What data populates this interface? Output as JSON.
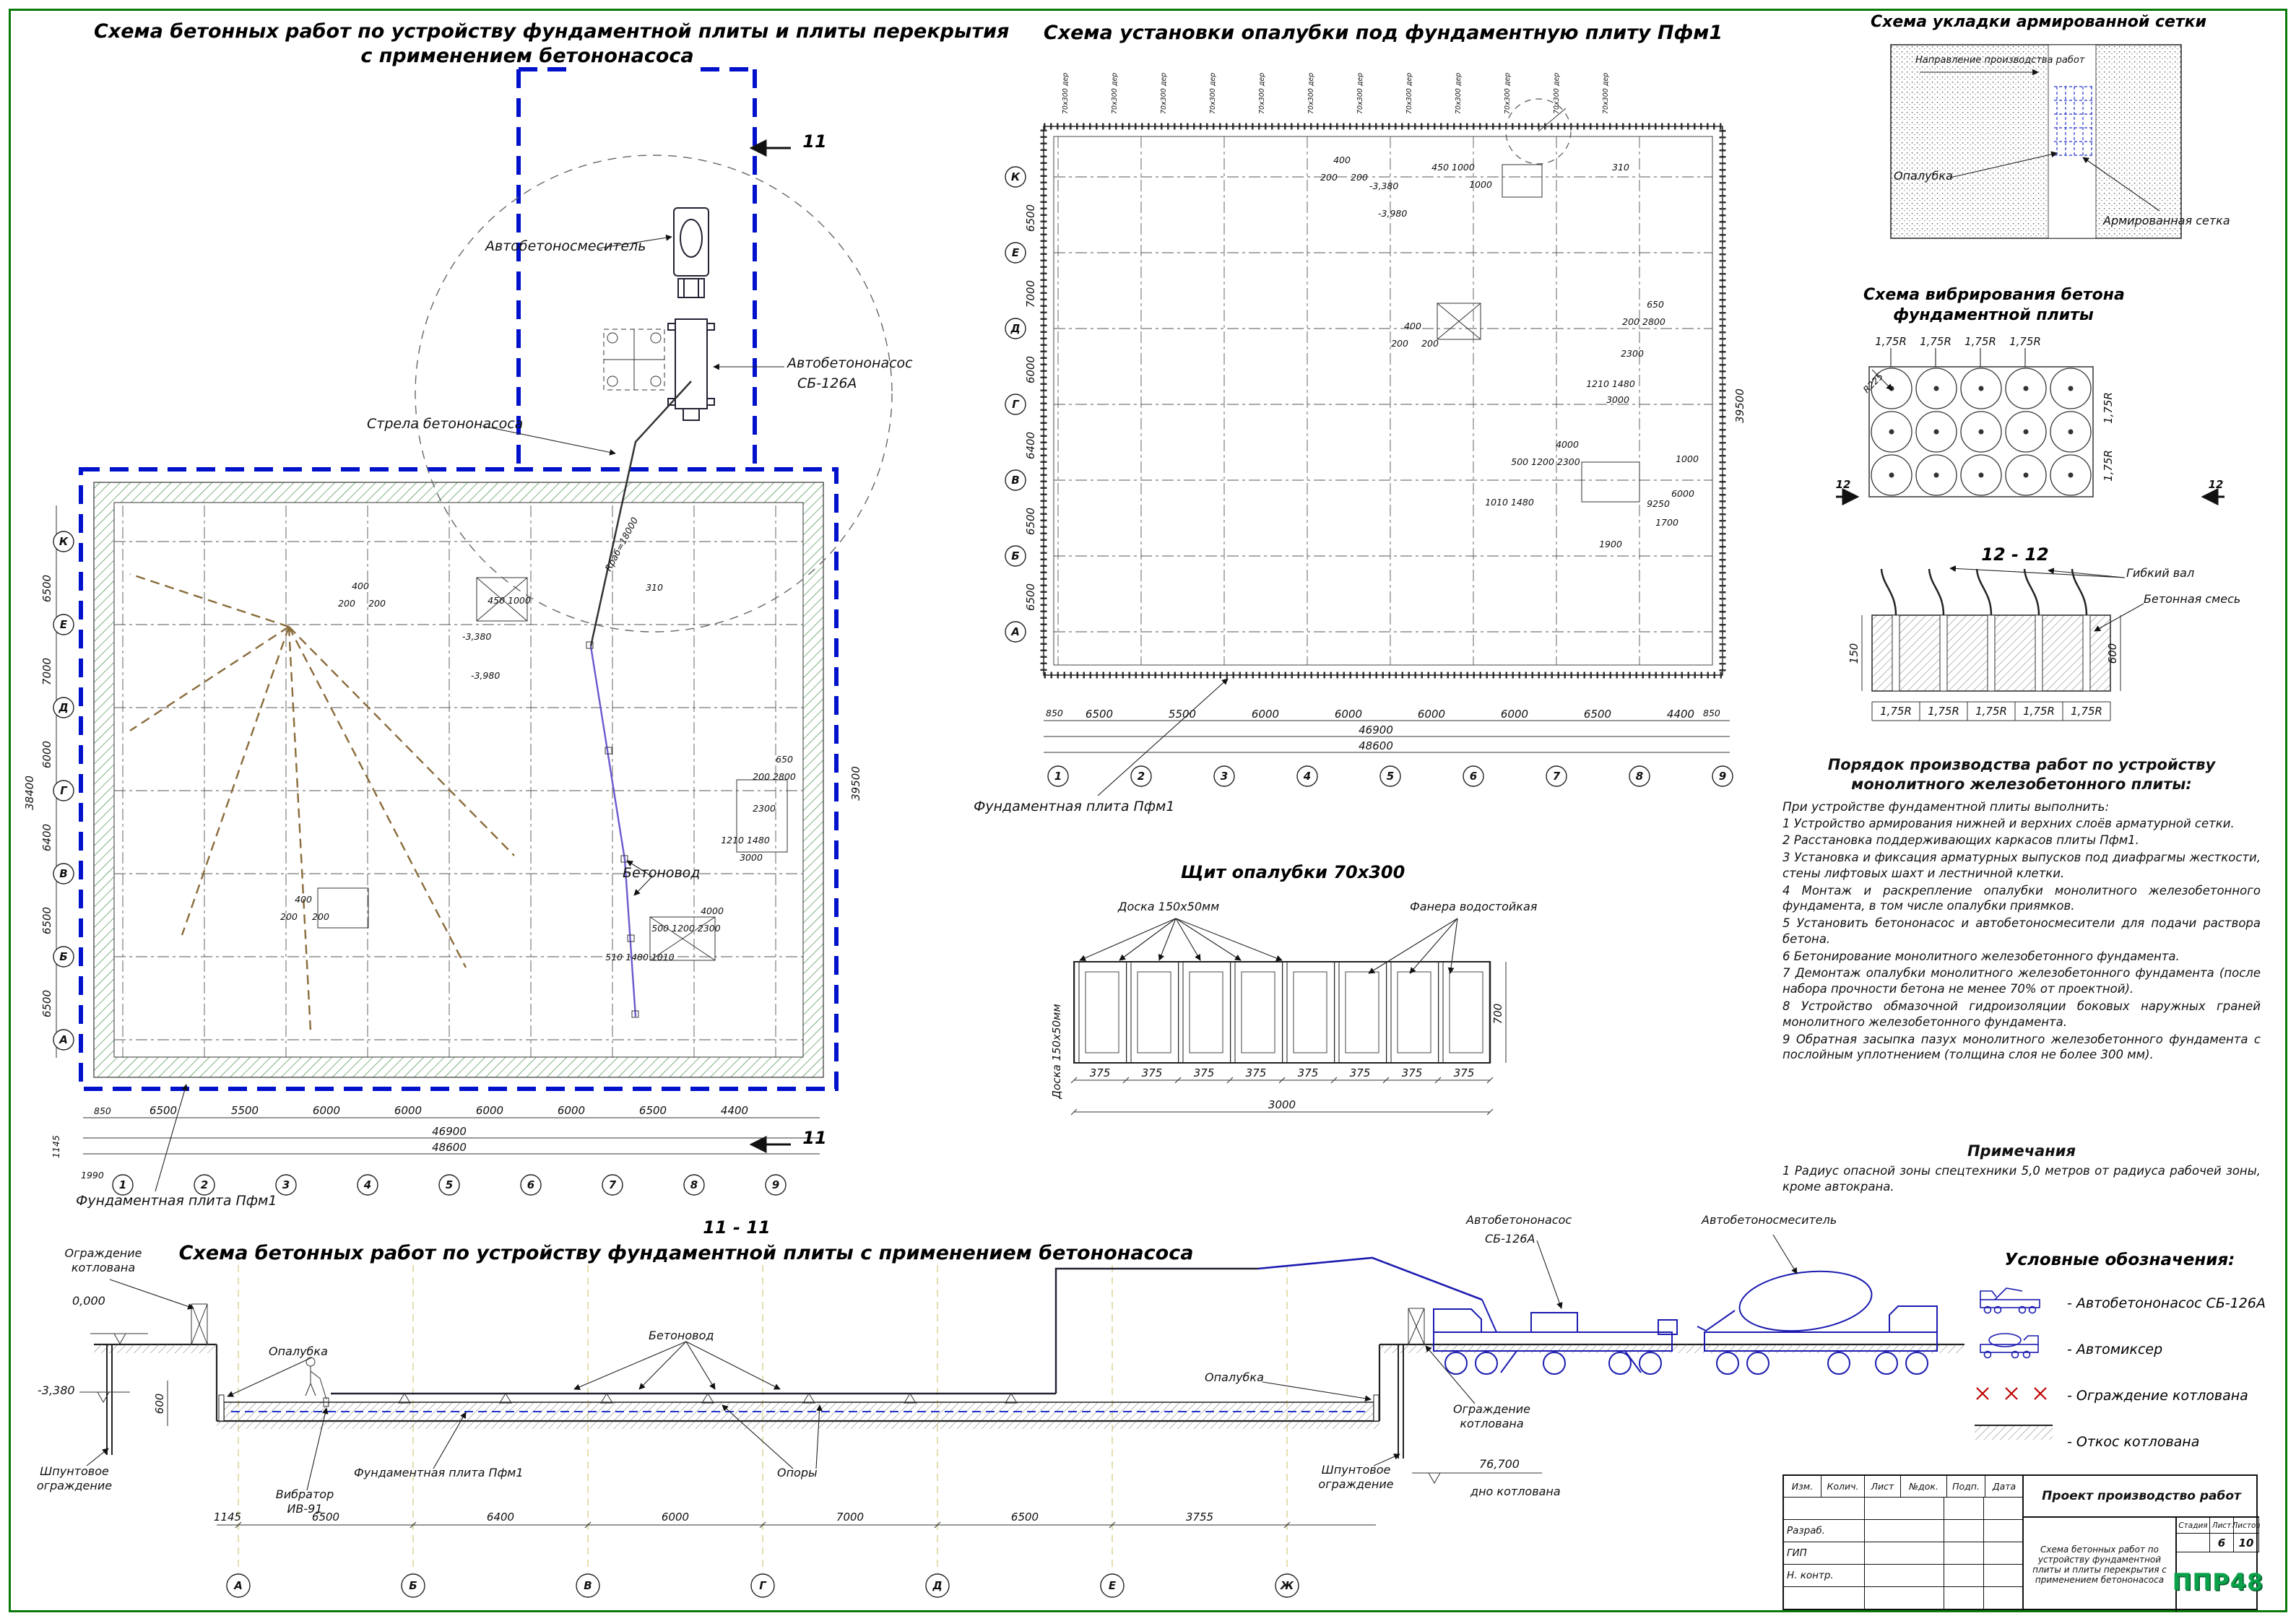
{
  "sheet": {
    "logo": "ППР48",
    "frame_color": "#0a7a0a"
  },
  "plan_main": {
    "title1": "Схема бетонных работ по устройству фундаментной плиты и плиты перекрытия",
    "title2": "с применением бетононасоса",
    "marker": "11",
    "labels": {
      "mixer": "Автобетоносмеситель",
      "pump": "Автобетононасос",
      "pump_model": "СБ-126А",
      "boom": "Стрела бетононасоса",
      "pipe": "Бетоновод",
      "slab": "Фундаментная плита Пфм1",
      "radius": "Rраб=18000",
      "lvl1": "-3,380",
      "lvl2": "-3,980"
    },
    "axis_letters": [
      "К",
      "Е",
      "Д",
      "Г",
      "В",
      "Б",
      "А"
    ],
    "axis_numbers": [
      "1",
      "2",
      "3",
      "4",
      "5",
      "6",
      "7",
      "8",
      "9"
    ],
    "dims_bottom": [
      "6500",
      "5500",
      "6000",
      "6000",
      "6000",
      "6000",
      "6500",
      "4400"
    ],
    "subtotal": "46900",
    "total": "48600",
    "dims_left": [
      "6500",
      "7000",
      "6000",
      "6400",
      "6500",
      "6500"
    ],
    "left_total": "38400",
    "right_total": "39500",
    "stray_850": "850",
    "stray_1990": "1990",
    "stray_1145": "1145",
    "inner_dims": [
      "400",
      "200",
      "200",
      "450 1000",
      "310",
      "650",
      "200 2800",
      "2300",
      "1210  1480",
      "3000",
      "4000",
      "500 1200 2300",
      "400",
      "200",
      "200",
      "510  1480  1010"
    ]
  },
  "plan_formwork": {
    "title": "Схема установки опалубки под фундаментную плиту Пфм1",
    "slab_label": "Фундаментная плита Пфм1",
    "lvl1": "-3,380",
    "lvl2": "-3,980",
    "axis_letters": [
      "К",
      "Е",
      "Д",
      "Г",
      "В",
      "Б",
      "А"
    ],
    "axis_numbers": [
      "1",
      "2",
      "3",
      "4",
      "5",
      "6",
      "7",
      "8",
      "9"
    ],
    "dims_bottom": [
      "6500",
      "5500",
      "6000",
      "6000",
      "6000",
      "6000",
      "6500",
      "4400"
    ],
    "subtotal": "46900",
    "total": "48600",
    "dims_left": [
      "6500",
      "7000",
      "6000",
      "6400",
      "6500",
      "6500"
    ],
    "right_total": "39500",
    "stray_850": "850",
    "panel_row": [
      "70х300 дер",
      "70х300 дер",
      "70х300 дер",
      "70х300 дер",
      "70х300 дер",
      "70х300 дер",
      "70х300 дер",
      "70х300 дер",
      "70х300 дер",
      "70х300 дер",
      "70х300 дер",
      "70х300 дер"
    ],
    "inner_dims": [
      "400",
      "200",
      "200",
      "450 1000",
      "1000",
      "310",
      "650",
      "200 2800",
      "2300",
      "1210  1480",
      "3000",
      "400",
      "200",
      "200",
      "4000",
      "500 1200 2300",
      "1010  1480",
      "9250",
      "1700",
      "1900",
      "6000",
      "1000"
    ]
  },
  "mesh": {
    "title": "Схема укладки армированной сетки",
    "direction": "Направление производства работ",
    "formwork": "Опалубка",
    "mesh_label": "Армированная сетка"
  },
  "vibration": {
    "title1": "Схема вибрирования бетона",
    "title2": "фундаментной плиты",
    "top_labels": [
      "1,75R",
      "1,75R",
      "1,75R",
      "1,75R"
    ],
    "right_labels": [
      "1,75R",
      "1,75R"
    ],
    "radius": "R225",
    "marker": "12"
  },
  "section12": {
    "title": "12 - 12",
    "shaft": "Гибкий вал",
    "mix": "Бетонная смесь",
    "dim_left": "150",
    "dim_right": "600",
    "cells": [
      "1,75R",
      "1,75R",
      "1,75R",
      "1,75R",
      "1,75R"
    ]
  },
  "work_order": {
    "title1": "Порядок производства работ по устройству",
    "title2": "монолитного железобетонного плиты:",
    "intro": "При устройстве фундаментной плиты выполнить:",
    "items": [
      "1 Устройство армирования нижней и верхних слоёв арматурной сетки.",
      "2 Расстановка поддерживающих каркасов плиты Пфм1.",
      "3 Установка и фиксация арматурных выпусков под диафрагмы жесткости, стены лифтовых шахт и лестничной клетки.",
      "4 Монтаж и раскрепление опалубки монолитного железобетонного фундамента, в том числе опалубки приямков.",
      "5 Установить бетононасос и автобетоносмесители для подачи раствора бетона.",
      "6 Бетонирование монолитного железобетонного фундамента.",
      "7 Демонтаж опалубки монолитного железобетонного фундамента (после набора прочности бетона не менее 70% от проектной).",
      "8 Устройство обмазочной гидроизоляции боковых наружных граней монолитного железобетонного фундамента.",
      "9 Обратная засыпка пазух монолитного железобетонного фундамента с послойным уплотнением (толщина слоя не более 300 мм)."
    ]
  },
  "notes": {
    "title": "Примечания",
    "items": [
      "1 Радиус опасной зоны спецтехники 5,0 метров от радиуса рабочей зоны, кроме автокрана."
    ]
  },
  "shield": {
    "title": "Щит опалубки 70х300",
    "board": "Доска 150х50мм",
    "board2": "Доска 150х50мм",
    "plywood": "Фанера водостойкая",
    "dims": [
      "375",
      "375",
      "375",
      "375",
      "375",
      "375",
      "375",
      "375"
    ],
    "total": "3000",
    "height": "700"
  },
  "elevation": {
    "section": "11 - 11",
    "title": "Схема бетонных работ по устройству фундаментной плиты с применением бетононасоса",
    "labels": {
      "fence_left": "Ограждение котлована",
      "lvl0": "0,000",
      "lvl": "-3,380",
      "h600": "600",
      "formwork_l": "Опалубка",
      "formwork_r": "Опалубка",
      "pipe": "Бетоновод",
      "sheet_l": "Шпунтовое ограждение",
      "sheet_r": "Шпунтовое ограждение",
      "vibrator1": "Вибратор",
      "vibrator2": "ИВ-91",
      "slab": "Фундаментная плита Пфм1",
      "supports": "Опоры",
      "fence_r": "Ограждение котлована",
      "pump": "Автобетононасос",
      "pump_model": "СБ-126А",
      "mixer": "Автобетоносмеситель",
      "bottom_lvl": "76,700",
      "bottom_lbl": "дно котлована"
    },
    "dims": [
      "1145",
      "6500",
      "6400",
      "6000",
      "7000",
      "6500",
      "3755"
    ],
    "axis": [
      "А",
      "Б",
      "В",
      "Г",
      "Д",
      "Е",
      "Ж"
    ]
  },
  "legend": {
    "title": "Условные обозначения:",
    "items": [
      "-  Автобетононасос СБ-126А",
      "-  Автомиксер",
      "-  Ограждение котлована",
      "-  Откос котлована"
    ]
  },
  "titleblock": {
    "cols": [
      "Изм.",
      "Колич.",
      "Лист",
      "№док.",
      "Подп.",
      "Дата"
    ],
    "roles": [
      "Разраб.",
      "ГИП",
      "Н. контр."
    ],
    "project": "Проект производство работ",
    "doc": "Схема бетонных работ по устройству фундаментной плиты и плиты перекрытия с применением бетононасоса",
    "stage_label": "Стадия",
    "sheet_label": "Лист",
    "sheets_label": "Листов",
    "sheet_no": "6",
    "sheets_total": "10"
  }
}
